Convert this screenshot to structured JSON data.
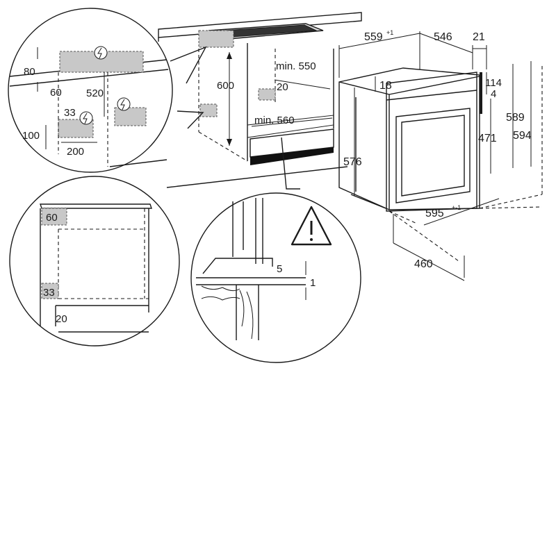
{
  "dimensions": {
    "d80": "80",
    "d60a": "60",
    "d520": "520",
    "d33a": "33",
    "d100": "100",
    "d200": "200",
    "d600": "600",
    "min550": "min. 550",
    "d20a": "20",
    "min560": "min. 560",
    "d559": "559",
    "d559_tol": "+1",
    "d546": "546",
    "d21": "21",
    "d18": "18",
    "d114": "114",
    "d4": "4",
    "d589": "589",
    "d594": "594",
    "d471": "471",
    "d576": "576",
    "d595": "595",
    "d595_tol": "+-1",
    "d460": "460",
    "d60b": "60",
    "d33b": "33",
    "d20b": "20",
    "d5": "5",
    "d1": "1"
  },
  "icons": {
    "electric": "electric-connection-icon",
    "warning": "warning-icon"
  }
}
